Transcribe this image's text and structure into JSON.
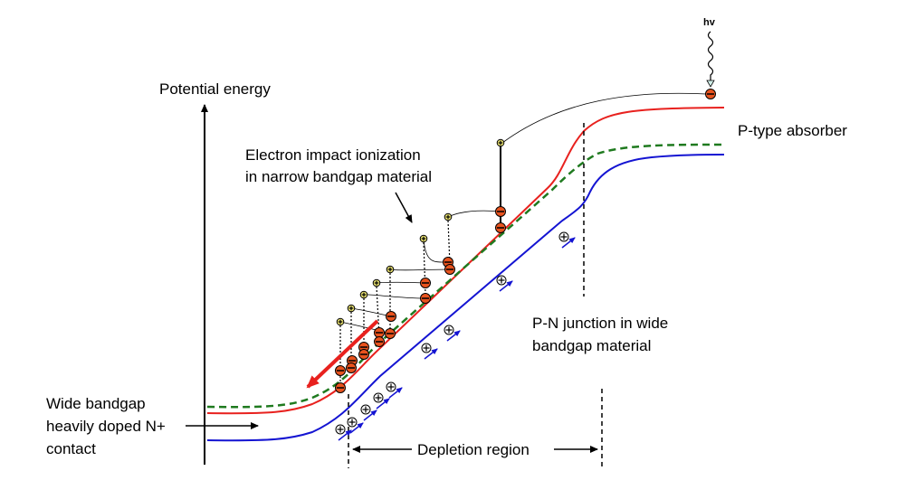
{
  "labels": {
    "y_axis": "Potential energy",
    "photon": "hv",
    "absorber": "P-type absorber",
    "impact_line1": "Electron impact ionization",
    "impact_line2": "in narrow bandgap material",
    "junction_line1": "P-N junction in wide",
    "junction_line2": "bandgap material",
    "contact_line1": "Wide bandgap",
    "contact_line2": "heavily doped N+",
    "contact_line3": "contact",
    "depletion": "Depletion region"
  },
  "colors": {
    "conduction_band": "#e8211e",
    "fermi_level": "#1f7a1f",
    "valence_band": "#1414d2",
    "electron_fill": "#e8531e",
    "hole_fill": "#e8e070",
    "arrow_red": "#e8211e"
  },
  "icons": {
    "electron": "electron-minus-circle",
    "hole": "hole-plus-circle",
    "photon": "wavy-arrow-icon"
  }
}
